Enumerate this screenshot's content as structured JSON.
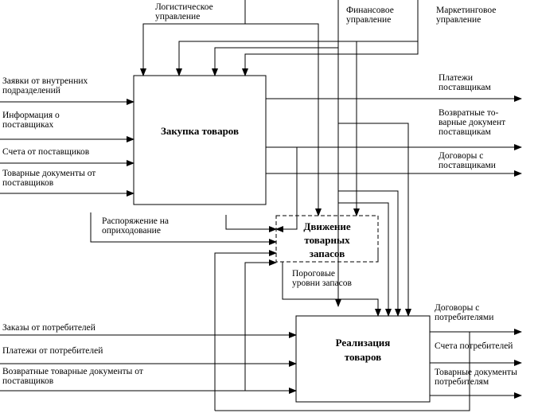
{
  "boxes": {
    "purchase": "Закупка товаров",
    "inventory": "Движение\nтоварных\nзапасов",
    "sales": "Реализация\nтоваров"
  },
  "top_labels": {
    "logistics": "Логистическое\nуправление",
    "finance": "Финансовое\nуправление",
    "marketing": "Маркетинговое\nуправление"
  },
  "inputs": {
    "requests": "Заявки от внутренних\nподразделений",
    "supplier_info": "Информация о\nпоставщиках",
    "supplier_invoice": "Счета от поставщиков",
    "supplier_docs": "Товарные документы от\nпоставщиков",
    "receipt_order": "Распоряжение на\nоприходование",
    "customer_orders": "Заказы от потребителей",
    "customer_payments": "Платежи от потребителей",
    "returns_docs": "Возвратные товарные документы от\nпоставщиков"
  },
  "outputs": {
    "supplier_payments": "Платежи\nпоставщикам",
    "return_docs": "Возвратные то-\nварные документ\nпоставщикам",
    "supplier_contracts": "Договоры с\nпоставщиками",
    "threshold_levels": "Пороговые\nуровни запасов",
    "customer_contracts": "Договоры с\nпотребителями",
    "customer_invoices": "Счета потребителей",
    "customer_goods_docs": "Товарные документы\nпотребителям"
  }
}
